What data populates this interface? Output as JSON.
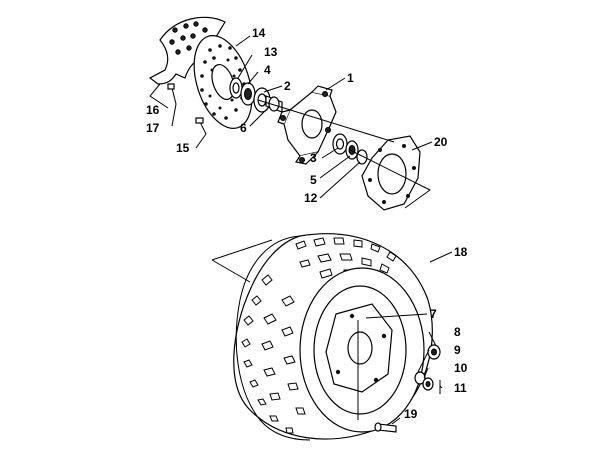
{
  "callouts": [
    {
      "id": "c14",
      "label": "14"
    },
    {
      "id": "c13",
      "label": "13"
    },
    {
      "id": "c4",
      "label": "4"
    },
    {
      "id": "c2",
      "label": "2"
    },
    {
      "id": "c1",
      "label": "1"
    },
    {
      "id": "c16",
      "label": "16"
    },
    {
      "id": "c17",
      "label": "17"
    },
    {
      "id": "c6",
      "label": "6"
    },
    {
      "id": "c15",
      "label": "15"
    },
    {
      "id": "c3",
      "label": "3"
    },
    {
      "id": "c5",
      "label": "5"
    },
    {
      "id": "c12",
      "label": "12"
    },
    {
      "id": "c20",
      "label": "20"
    },
    {
      "id": "c18",
      "label": "18"
    },
    {
      "id": "c7",
      "label": "7"
    },
    {
      "id": "c8",
      "label": "8"
    },
    {
      "id": "c9",
      "label": "9"
    },
    {
      "id": "c10",
      "label": "10"
    },
    {
      "id": "c11",
      "label": "11"
    },
    {
      "id": "c19",
      "label": "19"
    }
  ]
}
